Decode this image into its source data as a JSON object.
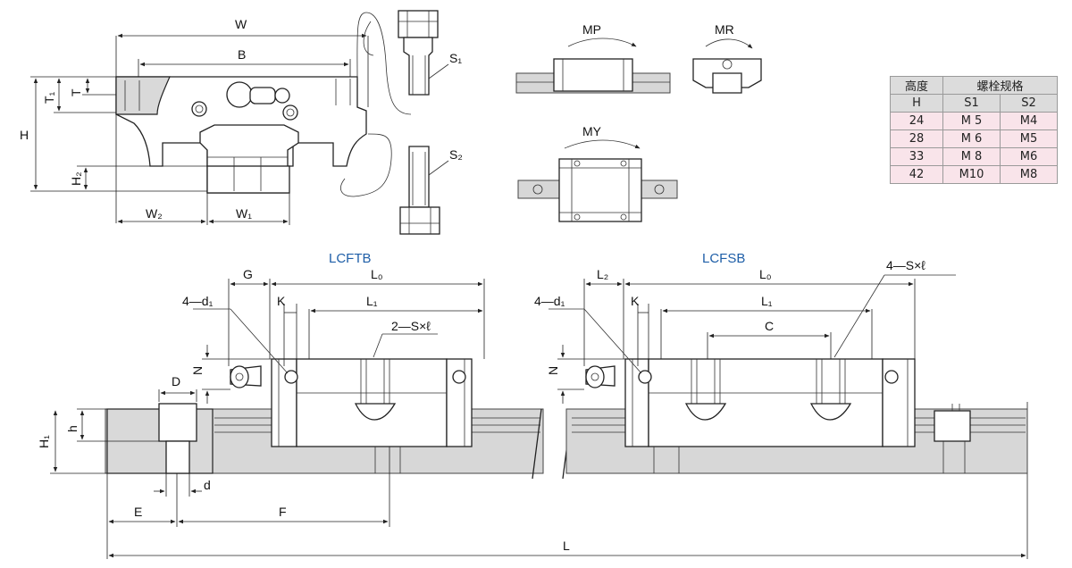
{
  "labels": {
    "W": "W",
    "B": "B",
    "T1": "T₁",
    "T": "T",
    "H": "H",
    "H2": "H₂",
    "W2": "W₂",
    "W1": "W₁",
    "S1": "S₁",
    "S2": "S₂",
    "MP": "MP",
    "MR": "MR",
    "MY": "MY",
    "LCFTB": "LCFTB",
    "LCFSB": "LCFSB",
    "G": "G",
    "L0": "L₀",
    "K": "K",
    "L1": "L₁",
    "d1_4": "4—d₁",
    "SxL_2": "2—S×ℓ",
    "N": "N",
    "D": "D",
    "h": "h",
    "H1": "H₁",
    "d": "d",
    "E": "E",
    "F": "F",
    "L": "L",
    "L2": "L₂",
    "SxL_4": "4—S×ℓ",
    "C": "C"
  },
  "table": {
    "header_height": "高度",
    "header_height_sub": "H",
    "header_bolt": "螺栓规格",
    "col_s1": "S1",
    "col_s2": "S2",
    "rows": [
      {
        "h": "24",
        "s1": "M  5",
        "s2": "M4"
      },
      {
        "h": "28",
        "s1": "M  6",
        "s2": "M5"
      },
      {
        "h": "33",
        "s1": "M  8",
        "s2": "M6"
      },
      {
        "h": "42",
        "s1": "M10",
        "s2": "M8"
      }
    ]
  },
  "colors": {
    "caption": "#1f5fa8",
    "table_header": "#dcdcdc",
    "table_body": "#f9e4ea"
  }
}
